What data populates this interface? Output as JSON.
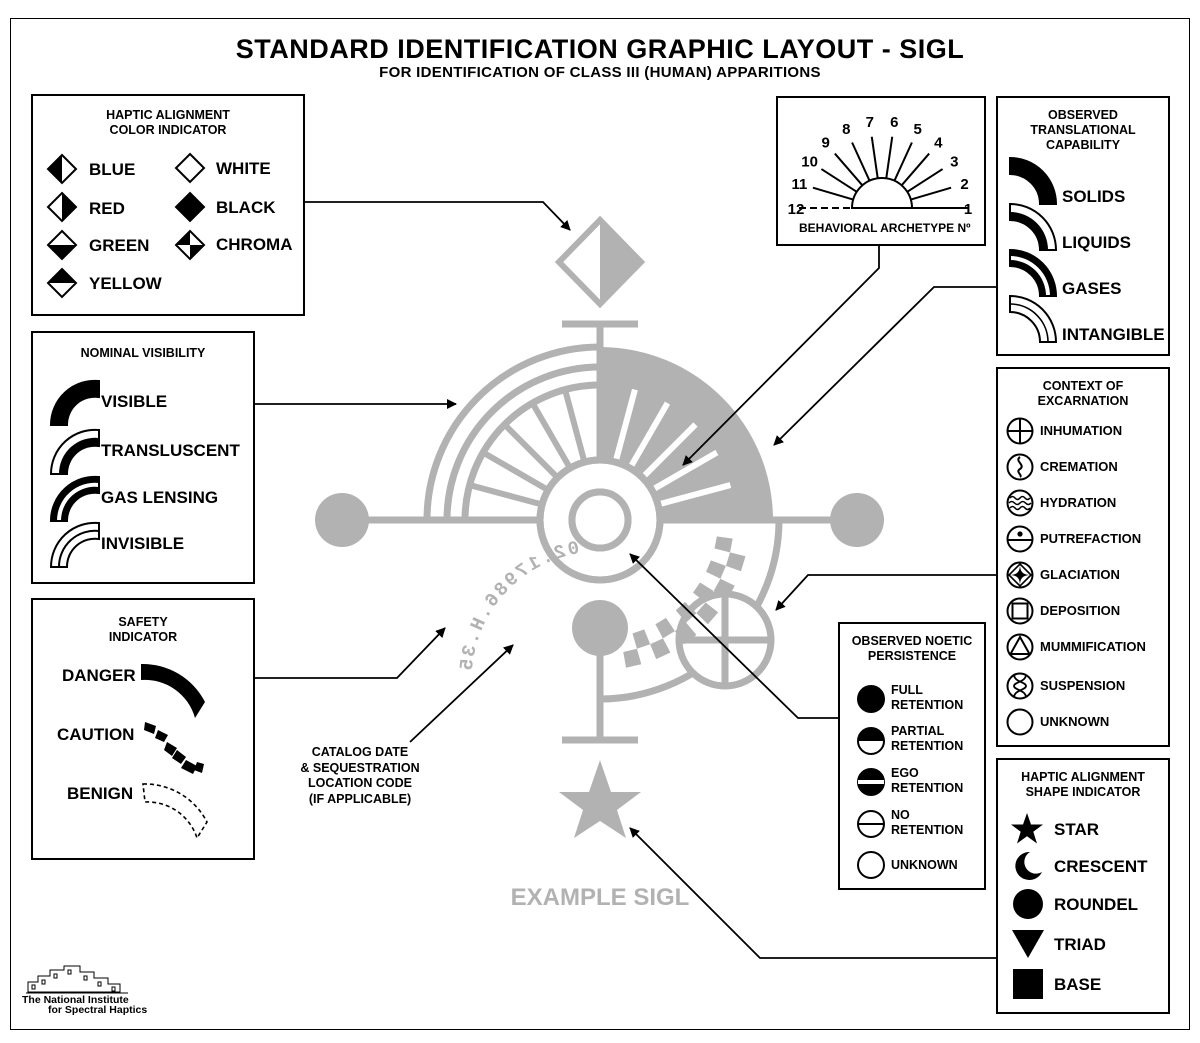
{
  "header": {
    "title": "STANDARD IDENTIFICATION GRAPHIC LAYOUT - SIGL",
    "subtitle": "FOR IDENTIFICATION OF CLASS III (HUMAN) APPARITIONS"
  },
  "color_indicator": {
    "title_line1": "HAPTIC ALIGNMENT",
    "title_line2": "COLOR INDICATOR",
    "items": [
      "BLUE",
      "WHITE",
      "RED",
      "BLACK",
      "GREEN",
      "CHROMA",
      "YELLOW"
    ]
  },
  "visibility": {
    "title": "NOMINAL VISIBILITY",
    "items": [
      "VISIBLE",
      "TRANSLUSCENT",
      "GAS LENSING",
      "INVISIBLE"
    ]
  },
  "safety": {
    "title_line1": "SAFETY",
    "title_line2": "INDICATOR",
    "items": [
      "DANGER",
      "CAUTION",
      "BENIGN"
    ]
  },
  "archetype": {
    "label": "BEHAVIORAL ARCHETYPE Nº",
    "numbers": [
      "1",
      "2",
      "3",
      "4",
      "5",
      "6",
      "7",
      "8",
      "9",
      "10",
      "11",
      "12"
    ]
  },
  "translational": {
    "title_line1": "OBSERVED",
    "title_line2": "TRANSLATIONAL",
    "title_line3": "CAPABILITY",
    "items": [
      "SOLIDS",
      "LIQUIDS",
      "GASES",
      "INTANGIBLE"
    ]
  },
  "excarnation": {
    "title_line1": "CONTEXT OF",
    "title_line2": "EXCARNATION",
    "items": [
      "INHUMATION",
      "CREMATION",
      "HYDRATION",
      "PUTREFACTION",
      "GLACIATION",
      "DEPOSITION",
      "MUMMIFICATION",
      "SUSPENSION",
      "UNKNOWN"
    ]
  },
  "noetic": {
    "title_line1": "OBSERVED NOETIC",
    "title_line2": "PERSISTENCE",
    "items": [
      {
        "line1": "FULL",
        "line2": "RETENTION"
      },
      {
        "line1": "PARTIAL",
        "line2": "RETENTION"
      },
      {
        "line1": "EGO",
        "line2": "RETENTION"
      },
      {
        "line1": "NO",
        "line2": "RETENTION"
      },
      {
        "line1": "UNKNOWN",
        "line2": ""
      }
    ]
  },
  "shape_indicator": {
    "title_line1": "HAPTIC ALIGNMENT",
    "title_line2": "SHAPE INDICATOR",
    "items": [
      "STAR",
      "CRESCENT",
      "ROUNDEL",
      "TRIAD",
      "BASE"
    ]
  },
  "sigl": {
    "example_label": "EXAMPLE SIGL",
    "catalog_code": "02.17986.H.35",
    "glyph_color": "#b2b2b2"
  },
  "catalog_note": {
    "line1": "CATALOG DATE",
    "line2": "& SEQUESTRATION",
    "line3": "LOCATION CODE",
    "line4": "(IF APPLICABLE)"
  },
  "institute": {
    "line1": "The National Institute",
    "line2": "for Spectral Haptics"
  }
}
